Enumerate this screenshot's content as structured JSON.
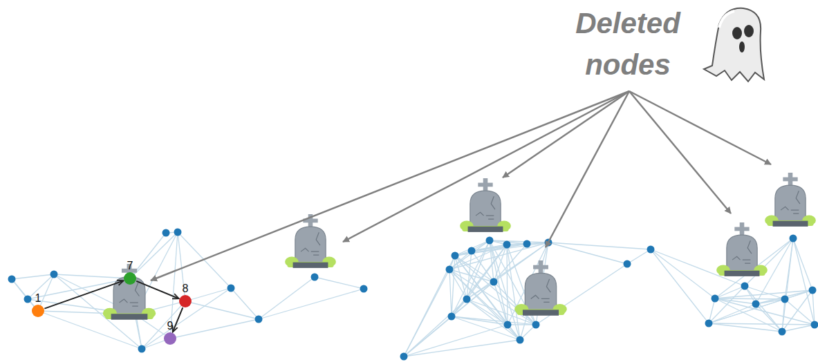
{
  "diagram": {
    "nodes": [
      {
        "text": [
          "1"
        ]
      },
      {
        "text": [
          "7"
        ]
      },
      {
        "text": [
          "8"
        ]
      },
      {
        "text": [
          "9"
        ]
      }
    ],
    "edges": [
      {
        "from": 0,
        "to": 1,
        "arrow": "to"
      },
      {
        "from": 1,
        "to": 2,
        "arrow": "to"
      },
      {
        "from": 2,
        "to": 3,
        "arrow": "to"
      }
    ],
    "labels": [
      "Deleted nodes"
    ]
  }
}
